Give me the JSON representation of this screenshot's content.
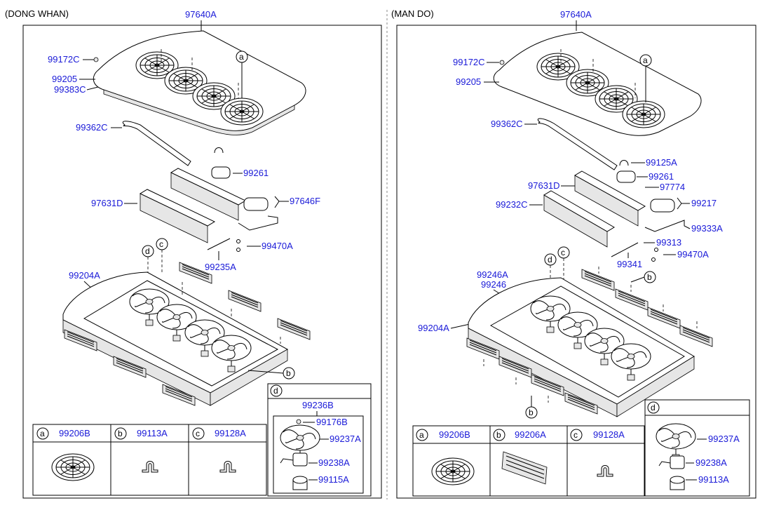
{
  "left": {
    "section_label": "(DONG WHAN)",
    "assembly": "97640A",
    "parts": {
      "p99172C": "99172C",
      "p99205": "99205",
      "p99383C": "99383C",
      "p99362C": "99362C",
      "p99261": "99261",
      "p97646F": "97646F",
      "p97631D": "97631D",
      "p99470A": "99470A",
      "p99235A": "99235A",
      "p99204A": "99204A"
    },
    "callouts": {
      "a": "a",
      "b": "b",
      "c": "c",
      "d": "d"
    },
    "detail_d": {
      "letter": "d",
      "assembly": "99236B",
      "parts": [
        "99176B",
        "99237A",
        "99238A",
        "99115A"
      ]
    },
    "bottom_table": [
      {
        "letter": "a",
        "part": "99206B"
      },
      {
        "letter": "b",
        "part": "99113A"
      },
      {
        "letter": "c",
        "part": "99128A"
      }
    ]
  },
  "right": {
    "section_label": "(MAN DO)",
    "assembly": "97640A",
    "parts": {
      "p99172C": "99172C",
      "p99205": "99205",
      "p99362C": "99362C",
      "p99125A": "99125A",
      "p99261": "99261",
      "p97774": "97774",
      "p97631D": "97631D",
      "p99217": "99217",
      "p99232C": "99232C",
      "p99333A": "99333A",
      "p99313": "99313",
      "p99341": "99341",
      "p99470A": "99470A",
      "p99246A": "99246A",
      "p99246": "99246",
      "p99204A": "99204A"
    },
    "callouts": {
      "a": "a",
      "b": "b",
      "b2": "b",
      "c": "c",
      "d": "d"
    },
    "detail_d": {
      "letter": "d",
      "parts": [
        "99237A",
        "99238A",
        "99113A"
      ]
    },
    "bottom_table": [
      {
        "letter": "a",
        "part": "99206B"
      },
      {
        "letter": "b",
        "part": "99206A"
      },
      {
        "letter": "c",
        "part": "99128A"
      }
    ]
  }
}
